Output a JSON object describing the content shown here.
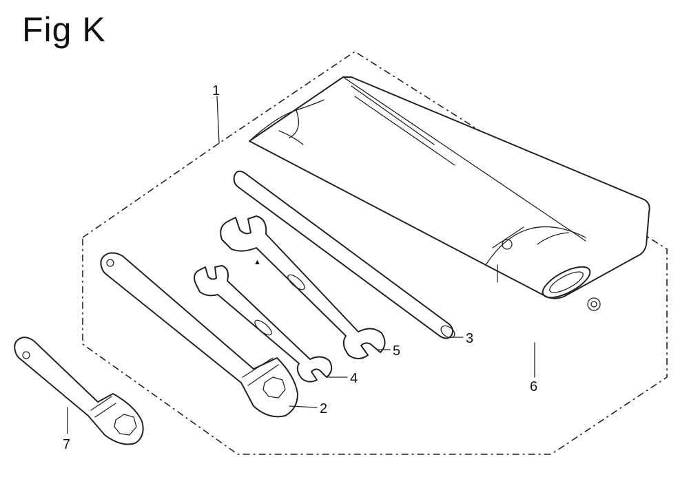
{
  "figure": {
    "title": "Fig K"
  },
  "callouts": [
    {
      "id": "1",
      "label": "1"
    },
    {
      "id": "2",
      "label": "2"
    },
    {
      "id": "3",
      "label": "3"
    },
    {
      "id": "4",
      "label": "4"
    },
    {
      "id": "5",
      "label": "5"
    },
    {
      "id": "6",
      "label": "6"
    },
    {
      "id": "7",
      "label": "7"
    }
  ],
  "colors": {
    "line": "#222222",
    "background": "#ffffff"
  }
}
